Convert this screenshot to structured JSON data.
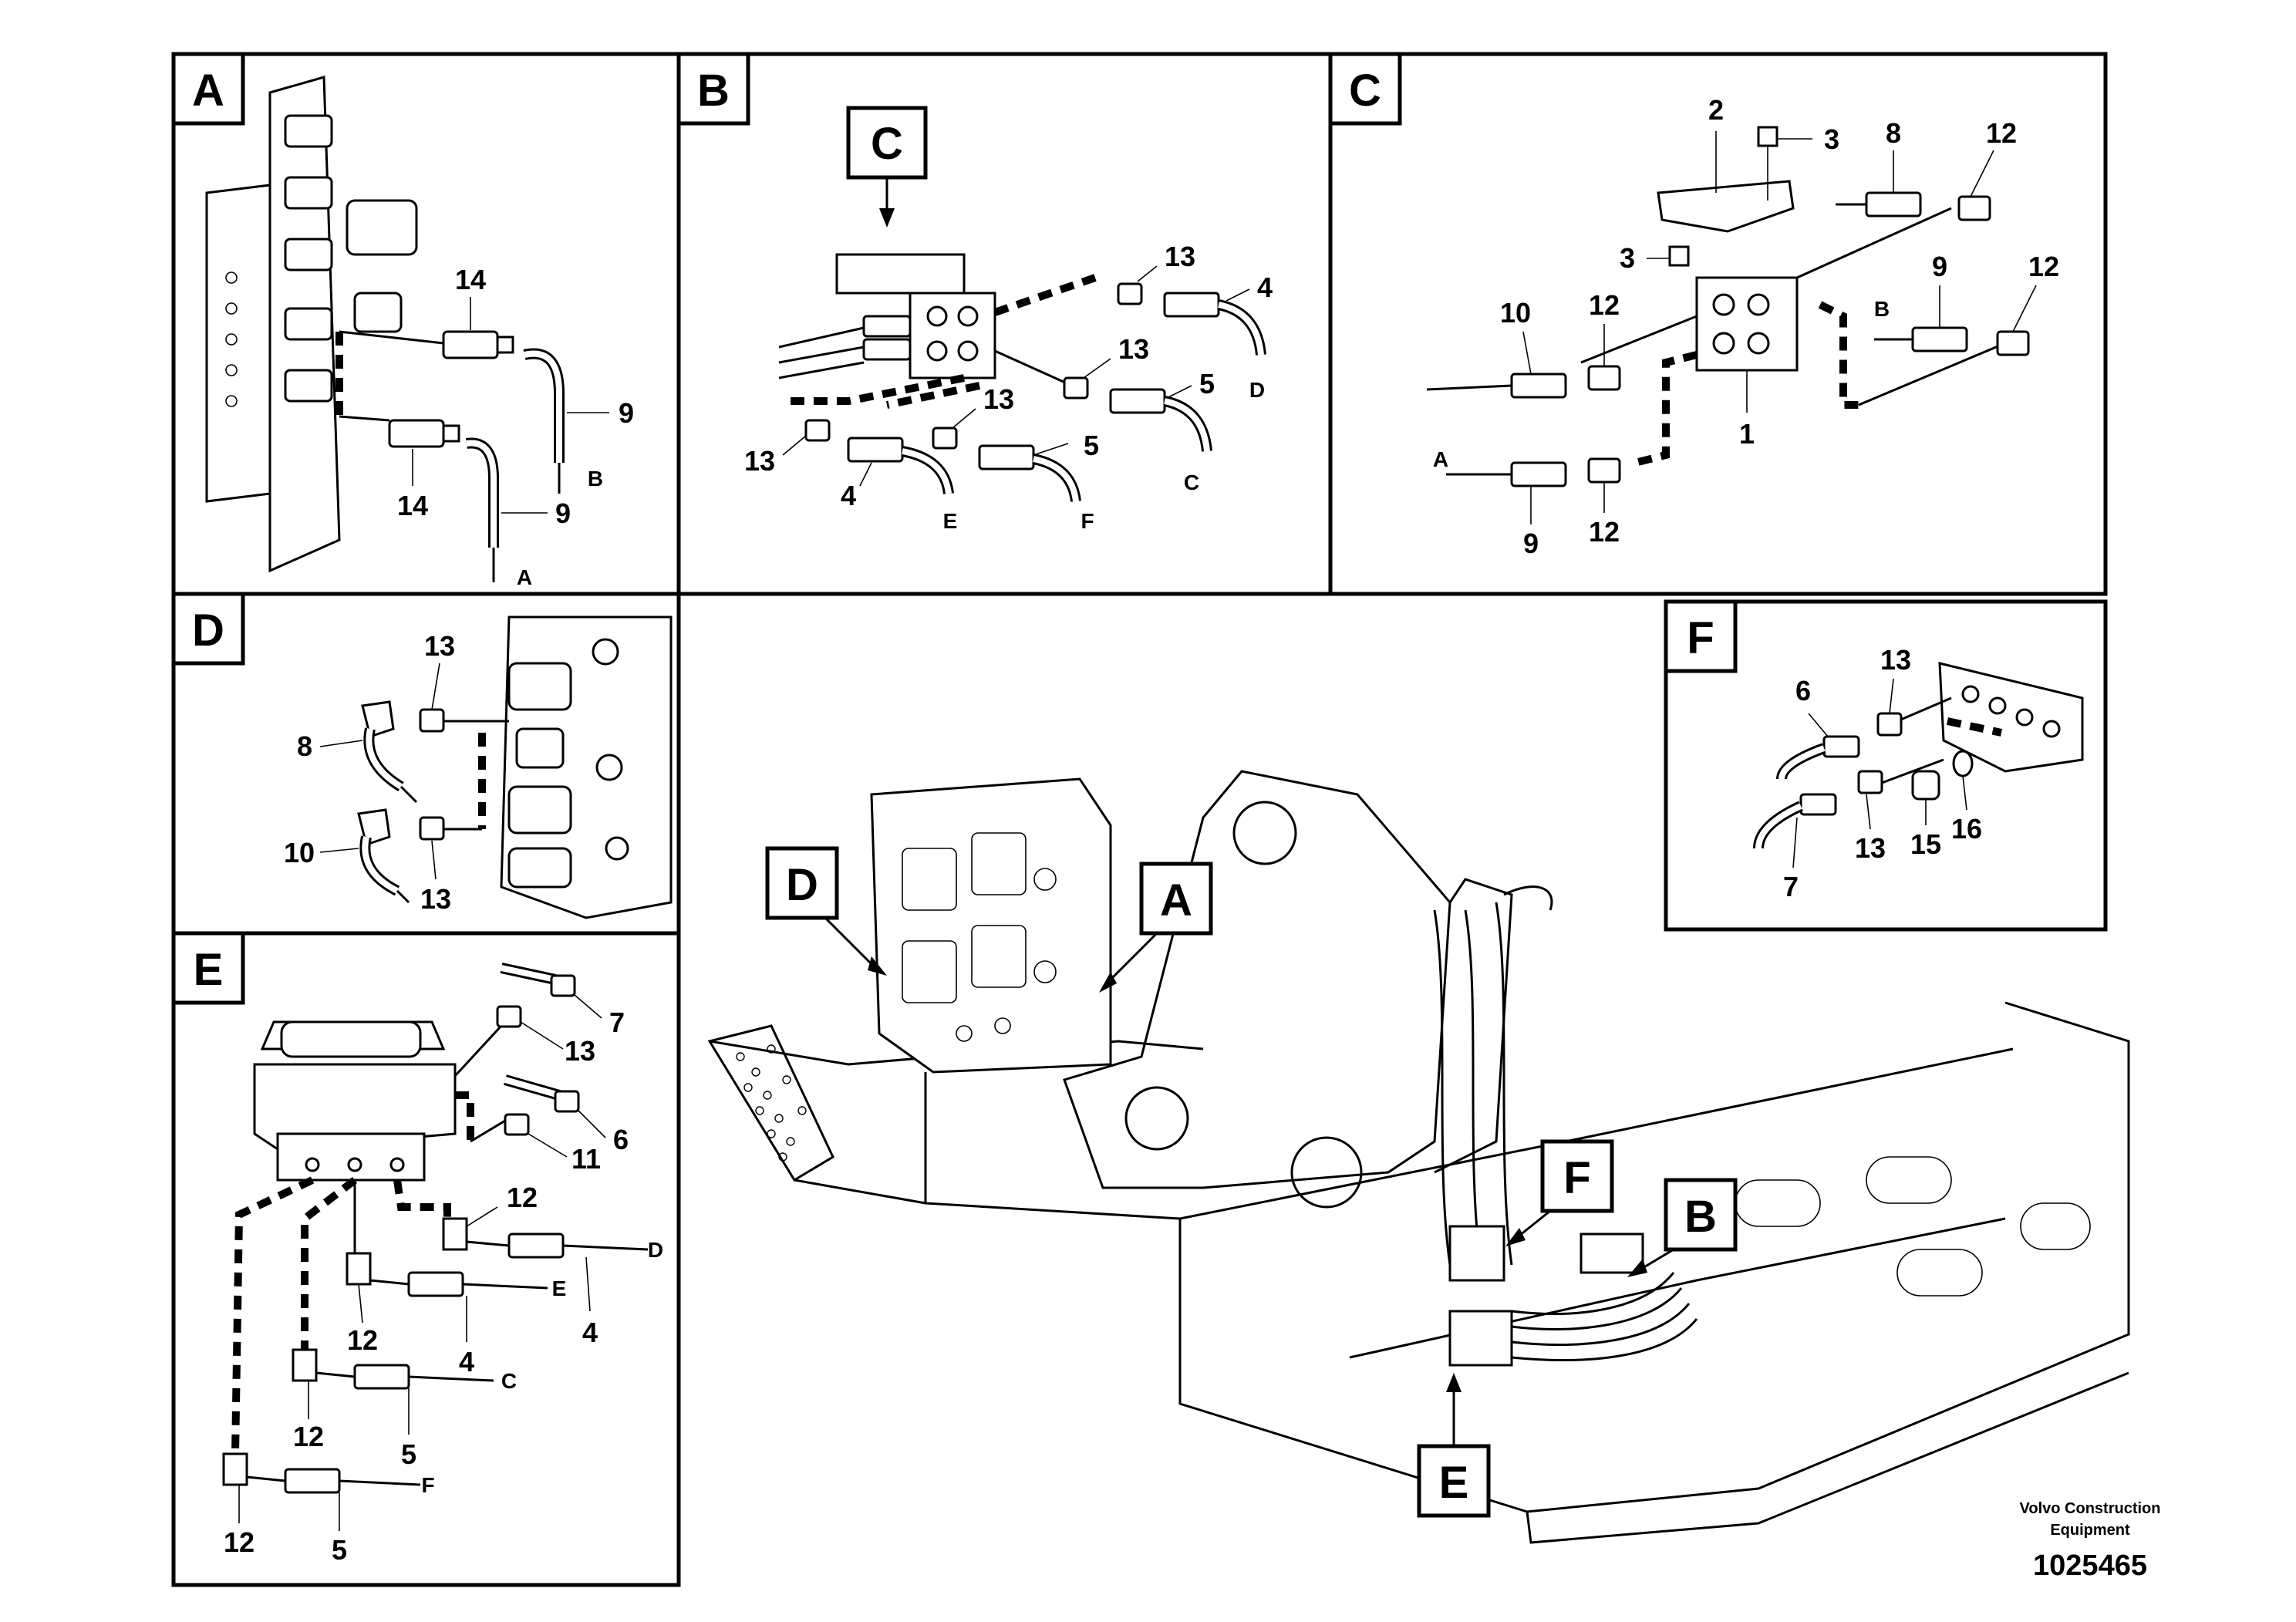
{
  "panels": {
    "A": {
      "letter": "A",
      "callouts": {
        "c14a": "14",
        "c14b": "14",
        "c9a": "9",
        "c9b": "9"
      },
      "ends": {
        "eB": "B",
        "eA": "A"
      }
    },
    "B": {
      "letter": "B",
      "detail_tag": "C",
      "callouts": {
        "c13a": "13",
        "c4a": "4",
        "c13b": "13",
        "c5a": "5",
        "c13c": "13",
        "c13d": "13",
        "c4b": "4",
        "c5b": "5"
      },
      "ends": {
        "eD": "D",
        "eC": "C",
        "eE": "E",
        "eF": "F"
      }
    },
    "C": {
      "letter": "C",
      "callouts": {
        "c2": "2",
        "c3a": "3",
        "c8": "8",
        "c12a": "12",
        "c3b": "3",
        "c9a": "9",
        "c12b": "12",
        "c10": "10",
        "c12c": "12",
        "c1": "1",
        "c9b": "9",
        "c12d": "12"
      },
      "ends": {
        "eB": "B",
        "eA": "A"
      }
    },
    "D": {
      "letter": "D",
      "callouts": {
        "c13a": "13",
        "c8": "8",
        "c10": "10",
        "c13b": "13"
      }
    },
    "E": {
      "letter": "E",
      "callouts": {
        "c7": "7",
        "c13": "13",
        "c6": "6",
        "c11": "11",
        "c12a": "12",
        "c4a": "4",
        "c12b": "12",
        "c4b": "4",
        "c12c": "12",
        "c5a": "5",
        "c12d": "12",
        "c5b": "5"
      },
      "ends": {
        "eD": "D",
        "eE": "E",
        "eC": "C",
        "eF": "F"
      }
    },
    "F": {
      "letter": "F",
      "callouts": {
        "c6": "6",
        "c13a": "13",
        "c7": "7",
        "c13b": "13",
        "c15": "15",
        "c16": "16"
      }
    }
  },
  "overview": {
    "tags": {
      "D": "D",
      "A": "A",
      "F": "F",
      "B": "B",
      "E": "E"
    }
  },
  "footer": {
    "brand_line1": "Volvo Construction",
    "brand_line2": "Equipment",
    "reference": "1025465"
  }
}
